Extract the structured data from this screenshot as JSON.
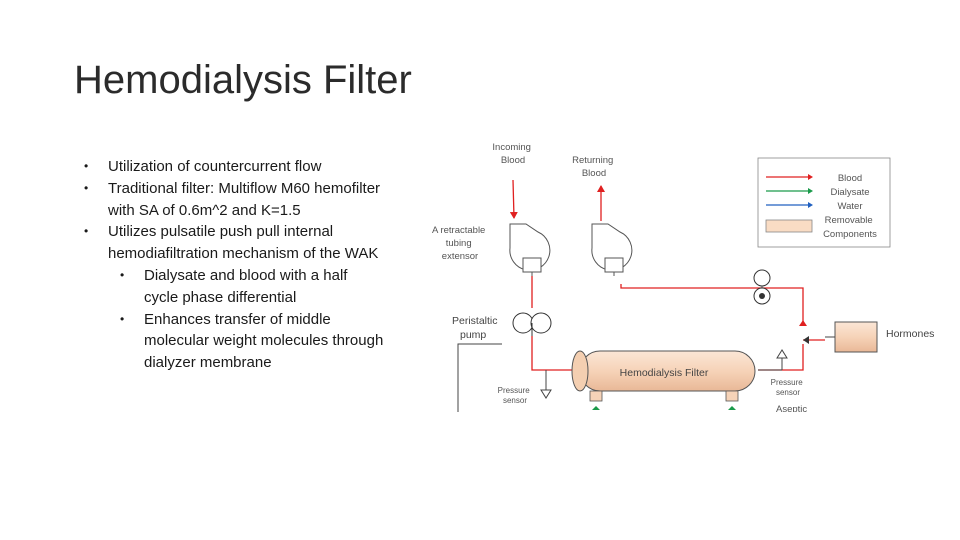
{
  "slide": {
    "title": "Hemodialysis Filter",
    "bullets": [
      {
        "level": 1,
        "text": "Utilization of countercurrent flow"
      },
      {
        "level": 1,
        "text": "Traditional filter: Multiflow M60 hemofilter with SA of 0.6m^2 and K=1.5"
      },
      {
        "level": 1,
        "text": "Utilizes pulsatile push pull internal hemodiafiltration mechanism of the WAK"
      },
      {
        "level": 2,
        "text": "Dialysate and blood with a half cycle phase differential"
      },
      {
        "level": 2,
        "text": "Enhances transfer of middle molecular weight molecules through dialyzer membrane"
      }
    ],
    "bullet_glyph": "•"
  },
  "diagram": {
    "incoming_blood": [
      "Incoming",
      "Blood"
    ],
    "returning_blood": [
      "Returning",
      "Blood"
    ],
    "tubing_extensor": [
      "A retractable",
      "tubing",
      "extensor"
    ],
    "peristaltic_pump": [
      "Peristaltic",
      "pump"
    ],
    "pressure_sensor_left": [
      "Pressure",
      "sensor"
    ],
    "pressure_sensor_right": [
      "Pressure",
      "sensor"
    ],
    "filter_label": "Hemodialysis Filter",
    "hormones": "Hormones",
    "aseptic": "Aseptic",
    "legend": {
      "items": [
        {
          "label": "Blood",
          "color": "#e02020"
        },
        {
          "label": "Dialysate",
          "color": "#1a9a4a"
        },
        {
          "label": "Water",
          "color": "#2060c0"
        }
      ],
      "removable_label": [
        "Removable",
        "Components"
      ],
      "removable_color": "#f9dcc4"
    }
  }
}
